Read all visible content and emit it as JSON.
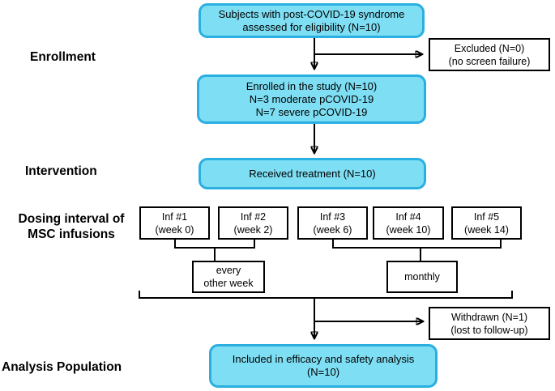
{
  "title": "Clinical trial CONSORT flow diagram",
  "colors": {
    "cyan_fill": "#7edef3",
    "cyan_border": "#2bafe0",
    "box_border": "#000000",
    "line": "#000000"
  },
  "stage_labels": {
    "enrollment": "Enrollment",
    "intervention": "Intervention",
    "dosing_line1": "Dosing interval of",
    "dosing_line2": "MSC infusions",
    "analysis": "Analysis Population"
  },
  "nodes": {
    "subjects": {
      "line1": "Subjects with post-COVID-19 syndrome",
      "line2": "assessed for eligibility  (N=10)"
    },
    "excluded": {
      "line1": "Excluded (N=0)",
      "line2": "(no screen failure)"
    },
    "enrolled": {
      "line1": "Enrolled in the study (N=10)",
      "line2": "N=3 moderate pCOVID-19",
      "line3": "N=7 severe pCOVID-19"
    },
    "received": {
      "line1": "Received treatment (N=10)"
    },
    "inf1": {
      "line1": "Inf #1",
      "line2": "(week 0)"
    },
    "inf2": {
      "line1": "Inf #2",
      "line2": "(week 2)"
    },
    "inf3": {
      "line1": "Inf #3",
      "line2": "(week 6)"
    },
    "inf4": {
      "line1": "Inf #4",
      "line2": "(week 10)"
    },
    "inf5": {
      "line1": "Inf #5",
      "line2": "(week 14)"
    },
    "every_other_week": {
      "line1": "every",
      "line2": "other week"
    },
    "monthly": {
      "line1": "monthly"
    },
    "withdrawn": {
      "line1": "Withdrawn (N=1)",
      "line2": "(lost to follow-up)"
    },
    "included": {
      "line1": "Included in efficacy and safety analysis",
      "line2": "(N=10)"
    }
  }
}
